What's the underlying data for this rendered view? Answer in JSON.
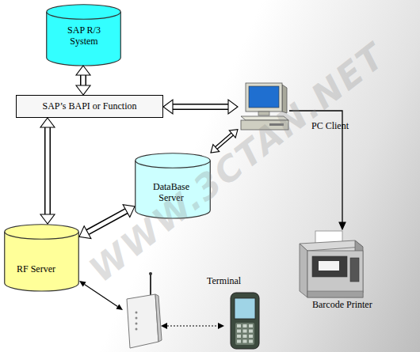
{
  "diagram": {
    "nodes": [
      {
        "text": [
          "SAP R/3 System"
        ]
      },
      {
        "text": [
          "SAP’s BAPI or Function"
        ]
      },
      {
        "text": [
          "PC Client"
        ]
      },
      {
        "text": [
          "DataBase Server"
        ]
      },
      {
        "text": [
          "RF Server"
        ]
      },
      {
        "text": [
          "Terminal"
        ]
      },
      {
        "text": [
          "Barcode Printer"
        ]
      }
    ],
    "edges": [
      {
        "from": 0,
        "to": 1,
        "arrow": "both"
      },
      {
        "from": 1,
        "to": 2,
        "arrow": "both"
      },
      {
        "from": 1,
        "to": 4,
        "arrow": "both"
      },
      {
        "from": 4,
        "to": 3,
        "arrow": "both"
      },
      {
        "from": 3,
        "to": 2,
        "arrow": "both"
      },
      {
        "from": 2,
        "to": 6,
        "arrow": "to"
      }
    ],
    "labels": [
      "WWW.3CTAN.NET"
    ]
  }
}
